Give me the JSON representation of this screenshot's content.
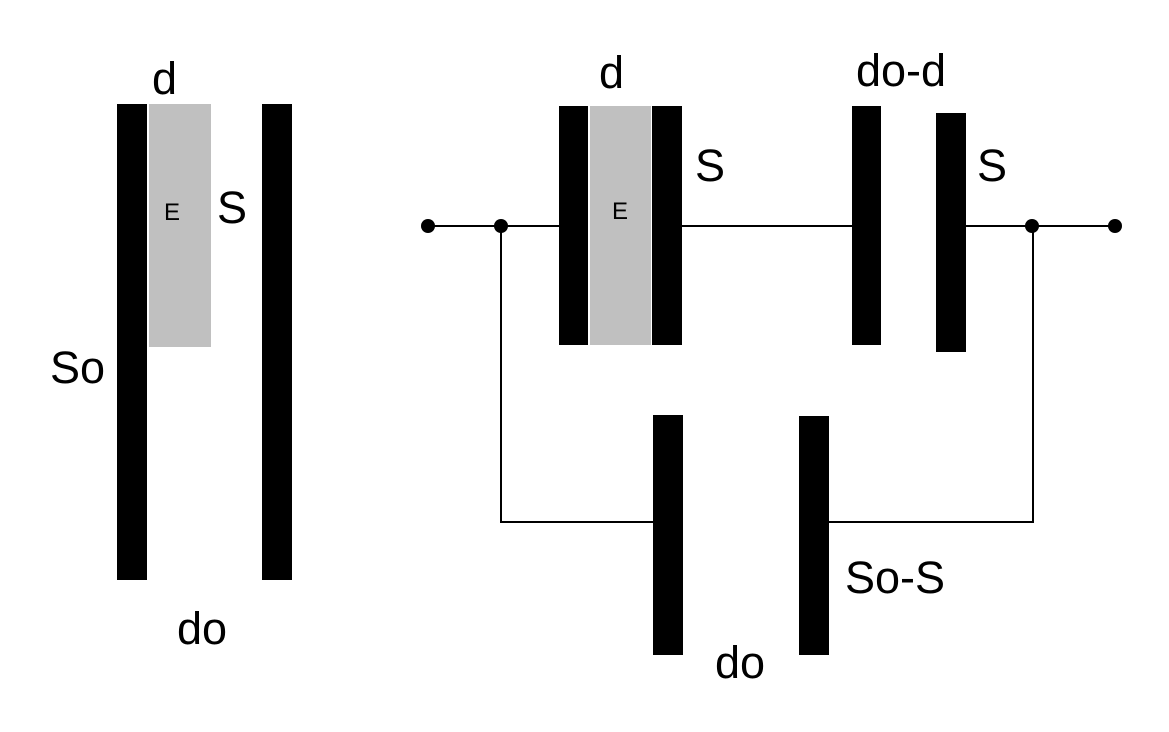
{
  "colors": {
    "plate": "#000000",
    "dielectric": "#c0c0c0",
    "wire": "#000000",
    "background": "#ffffff",
    "label": "#000000"
  },
  "physical_diagram": {
    "dielectric_thickness_label": "d",
    "dielectric_material_label": "E",
    "dielectric_area_label": "S",
    "plate_area_label": "So",
    "plate_separation_label": "do"
  },
  "circuit_diagram": {
    "capacitor_with_dielectric": {
      "top_label": "d",
      "side_label": "S",
      "fill_label": "E"
    },
    "capacitor_air_gap_series": {
      "top_label": "do-d",
      "side_label": "S"
    },
    "capacitor_parallel_branch": {
      "bottom_label": "do",
      "side_label": "So-S"
    }
  }
}
